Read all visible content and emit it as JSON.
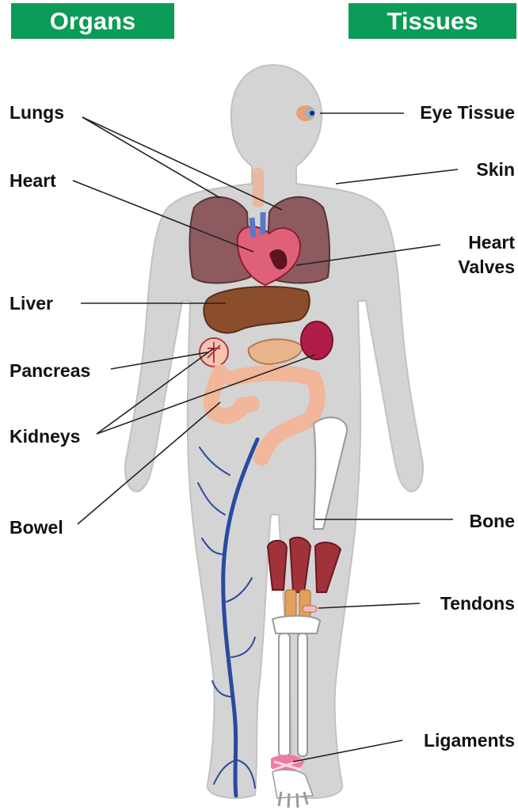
{
  "headers": {
    "organs": "Organs",
    "tissues": "Tissues"
  },
  "organ_labels": {
    "lungs": "Lungs",
    "heart": "Heart",
    "liver": "Liver",
    "pancreas": "Pancreas",
    "kidneys": "Kidneys",
    "bowel": "Bowel"
  },
  "tissue_labels": {
    "eye_tissue": "Eye Tissue",
    "skin": "Skin",
    "heart_valves_line1": "Heart",
    "heart_valves_line2": "Valves",
    "bone": "Bone",
    "tendons": "Tendons",
    "ligaments": "Ligaments"
  },
  "colors": {
    "banner": "#0a9b57",
    "body": "#d4d4d4",
    "lungs": "#8c5a5f",
    "heart": "#e0607a",
    "liver": "#8a4e2c",
    "pancreas": "#e9b48c",
    "kidney": "#b01e48",
    "bowel": "#f2b69a",
    "veins": "#2a4aa0",
    "muscle": "#a2323a",
    "bone": "#ffffff"
  }
}
